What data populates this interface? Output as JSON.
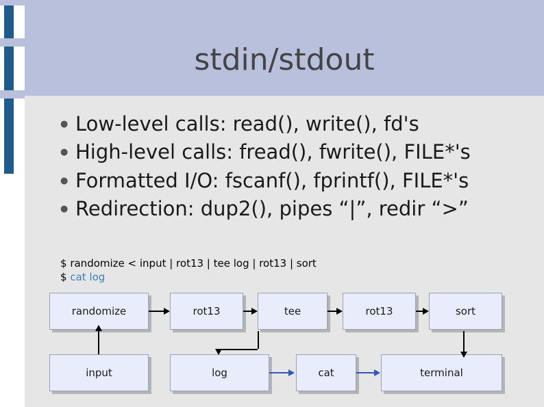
{
  "slide": {
    "title": "stdin/stdout",
    "bullets": [
      "Low-level calls: read(), write(), fd's",
      "High-level calls: fread(), fwrite(), FILE*'s",
      "Formatted I/O: fscanf(), fprintf(), FILE*'s",
      "Redirection: dup2(), pipes “|”, redir “>”"
    ],
    "bullet_glyph": "●",
    "shell": {
      "prompt": "$",
      "line1": "randomize < input | rot13 | tee log | rot13 | sort",
      "line2": "cat log",
      "line2_color": "#3a7fbf"
    },
    "diagram": {
      "boxes_row1": [
        "randomize",
        "rot13",
        "tee",
        "rot13",
        "sort"
      ],
      "boxes_row2": [
        "input",
        "log",
        "cat",
        "terminal"
      ]
    },
    "colors": {
      "banner": "#b8c0dc",
      "panel": "#e6e6e6",
      "accent_bar": "#1f5c8b",
      "box_fill": "#e9edfb",
      "box_border": "#9aa0b5",
      "arrow_blue": "#2b56c4"
    }
  }
}
